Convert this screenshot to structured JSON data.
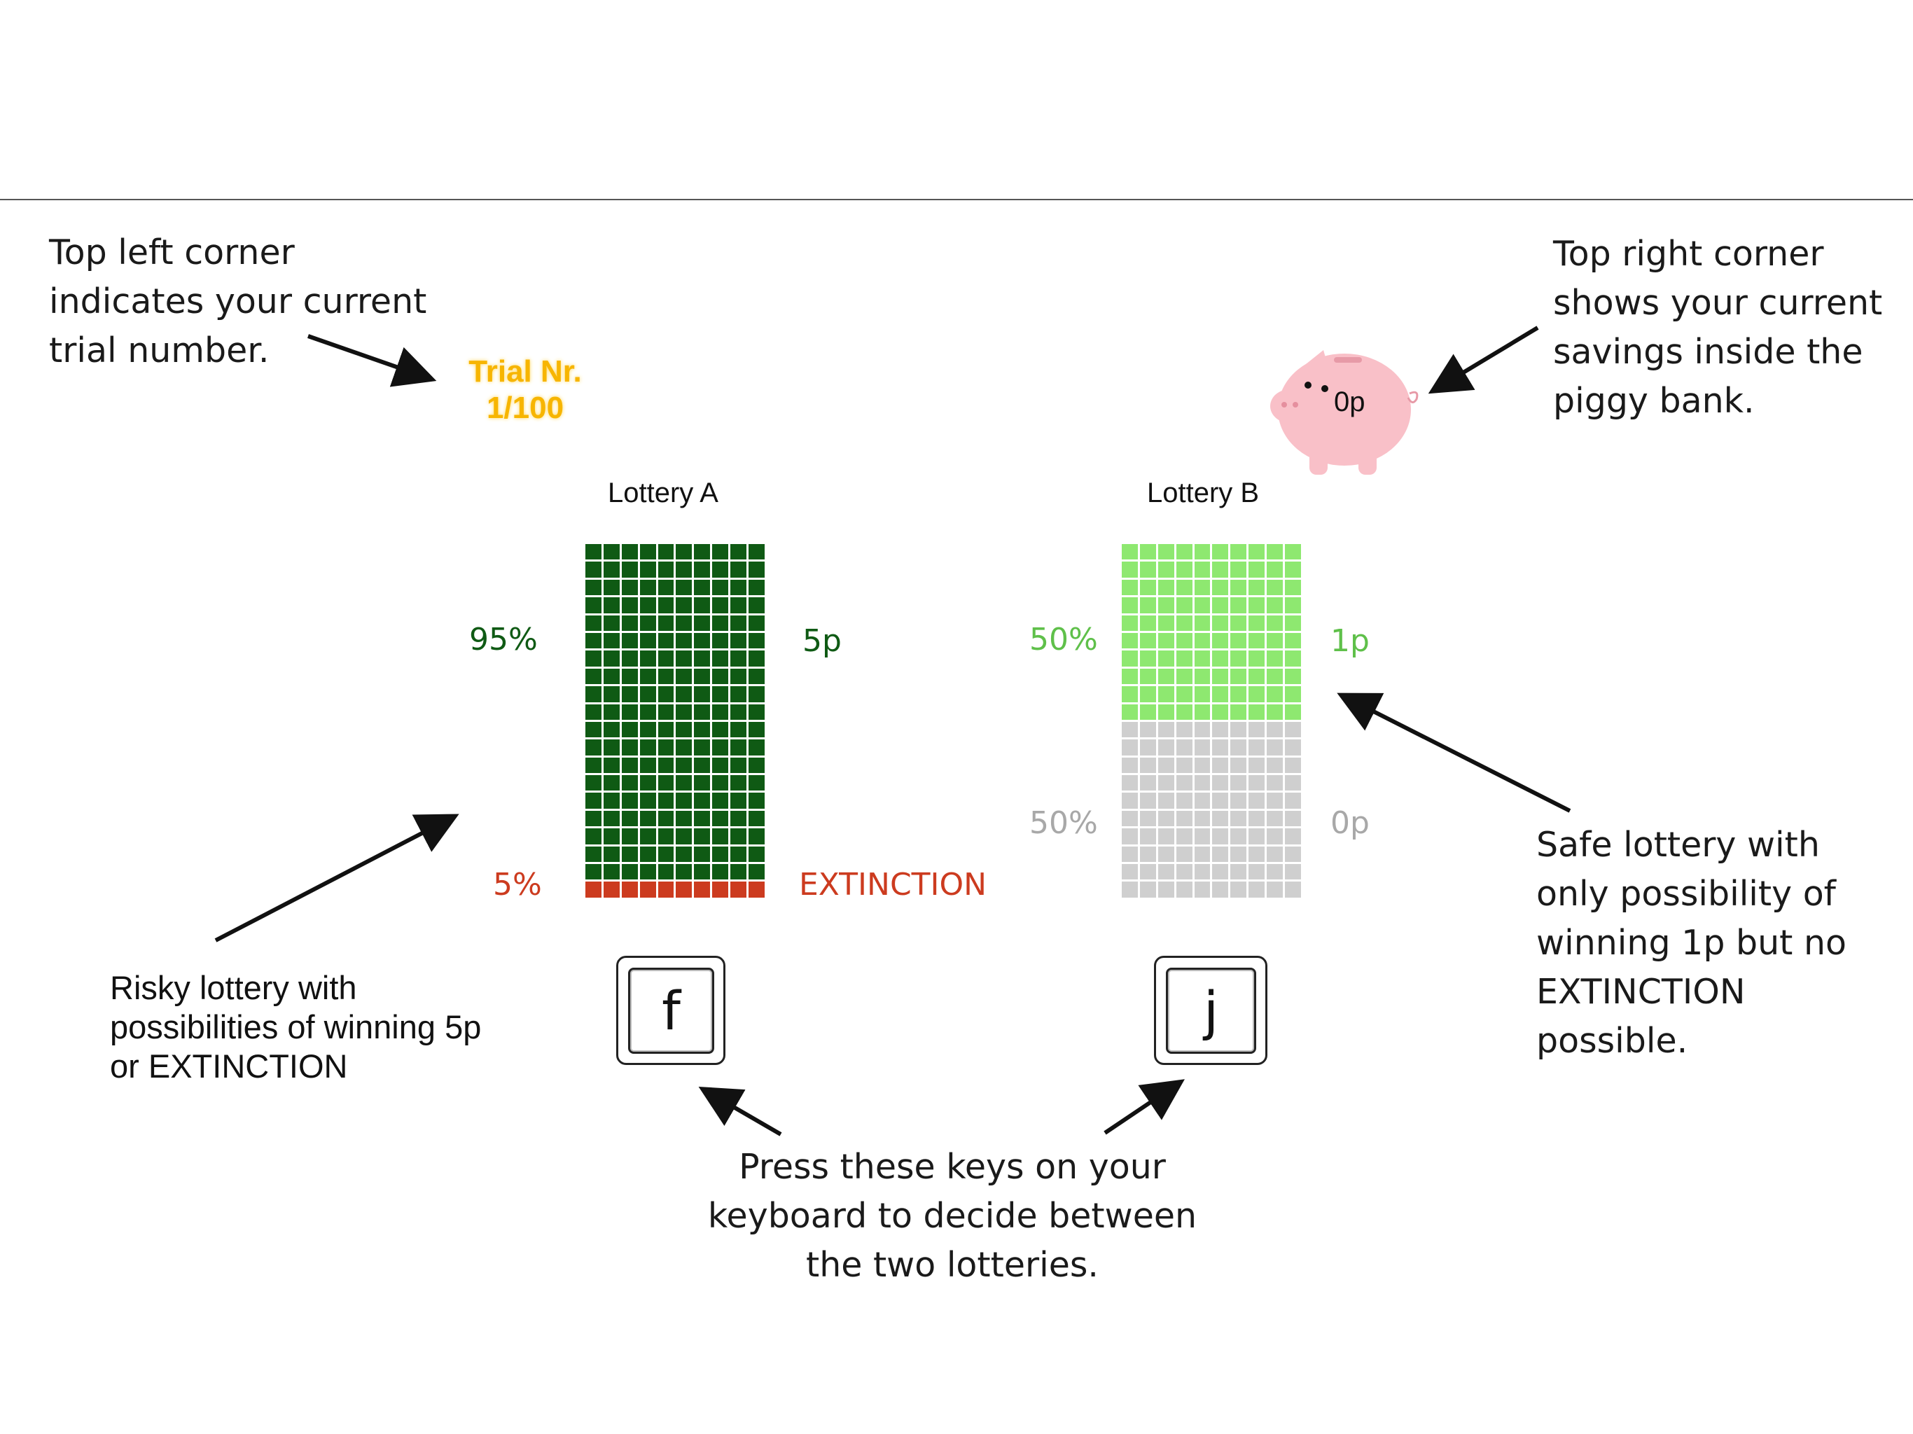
{
  "notes": {
    "top_left": [
      "Top left corner",
      "indicates your current",
      "trial number."
    ],
    "top_right": [
      "Top right corner",
      "shows your current",
      "savings inside the",
      "piggy bank."
    ],
    "risky": [
      "Risky lottery with",
      "possibilities of winning 5p",
      "or EXTINCTION"
    ],
    "safe": [
      "Safe lottery with",
      "only possibility of",
      "winning 1p but no",
      "EXTINCTION",
      "possible."
    ],
    "keys": [
      "Press these keys on your",
      "keyboard to decide between",
      "the two lotteries."
    ]
  },
  "trial": {
    "line1": "Trial Nr.",
    "line2": "1/100"
  },
  "piggy": {
    "savings": "0p",
    "color": "#f9c0c8"
  },
  "lottery_a": {
    "label": "Lottery A",
    "top_pct": "95%",
    "top_outcome": "5p",
    "top_color": "#0f5a14",
    "top_cells": 190,
    "bottom_pct": "5%",
    "bottom_outcome": "EXTINCTION",
    "bottom_color": "#cc3b1f",
    "bottom_cells": 10,
    "key": "f"
  },
  "lottery_b": {
    "label": "Lottery B",
    "top_pct": "50%",
    "top_outcome": "1p",
    "top_color": "#8ee870",
    "top_text_color": "#5fc04a",
    "top_cells": 100,
    "bottom_pct": "50%",
    "bottom_outcome": "0p",
    "bottom_color": "#cfcfcf",
    "bottom_text_color": "#a8a8a8",
    "bottom_cells": 100,
    "key": "j"
  }
}
